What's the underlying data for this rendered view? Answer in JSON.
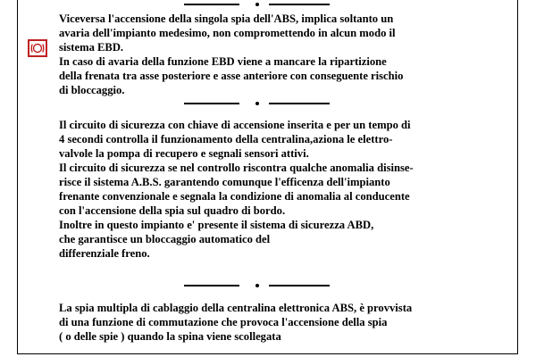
{
  "section1": {
    "lines": [
      "Viceversa l'accensione della singola spia dell'ABS, implica soltanto un",
      "avaria dell'impianto medesimo, non compromettendo in alcun modo il",
      "sistema EBD.",
      "In caso di avaria della funzione EBD viene a mancare la ripartizione",
      "della frenata tra asse posteriore e asse anteriore con conseguente rischio",
      "di bloccaggio."
    ]
  },
  "section2": {
    "lines": [
      "Il circuito di sicurezza con chiave di accensione inserita e per un tempo di",
      "4 secondi controlla il funzionamento della centralina,aziona le elettro-",
      "valvole la pompa di recupero e  segnali sensori attivi.",
      "Il circuito di sicurezza se nel controllo riscontra qualche anomalia disinse-",
      "risce il sistema A.B.S. garantendo comunque l'efficenza dell'impianto",
      "frenante convenzionale e segnala la condizione di anomalia al conducente",
      "con l'accensione della spia sul quadro di bordo.",
      "Inoltre in questo impianto  e' presente il sistema di sicurezza ABD,",
      "che  garantisce un bloccaggio automatico del",
      "differenziale freno."
    ]
  },
  "section3": {
    "lines": [
      "La spia multipla di cablaggio della centralina elettronica ABS, è provvista",
      "di una funzione di commutazione che  provoca l'accensione della spia",
      "( o delle spie ) quando la spina viene scollegata"
    ]
  },
  "icons": {
    "warning_lamp": "brake-warning-lamp-icon",
    "warning_color": "#c02020"
  }
}
